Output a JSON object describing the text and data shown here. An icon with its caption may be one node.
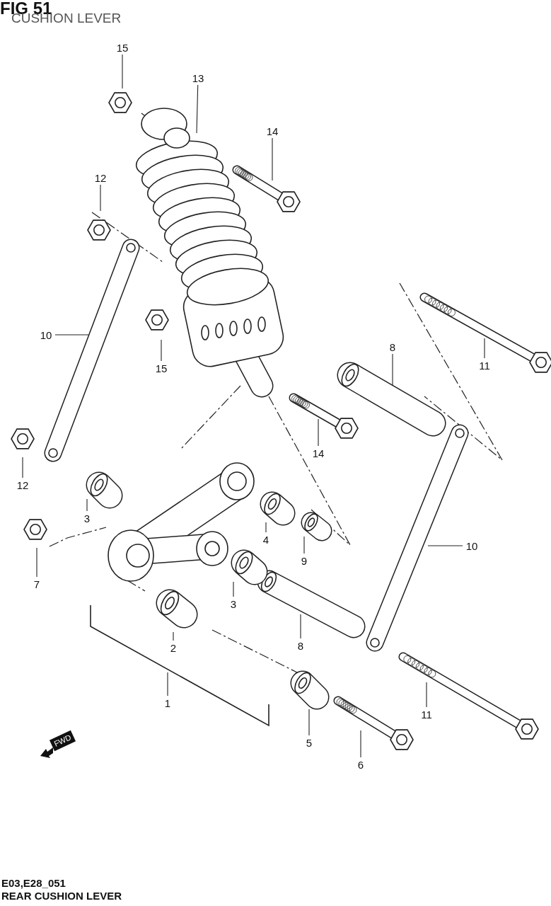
{
  "diagram": {
    "title": "FIG 51",
    "nodes": [
      {
        "text": [
          "15"
        ]
      },
      {
        "text": [
          "13"
        ]
      },
      {
        "text": [
          "14"
        ]
      },
      {
        "text": [
          "12"
        ]
      },
      {
        "text": [
          "10"
        ]
      },
      {
        "text": [
          "15"
        ]
      },
      {
        "text": [
          "8"
        ]
      },
      {
        "text": [
          "11"
        ]
      },
      {
        "text": [
          "14"
        ]
      },
      {
        "text": [
          "12"
        ]
      },
      {
        "text": [
          "3"
        ]
      },
      {
        "text": [
          "4"
        ]
      },
      {
        "text": [
          "9"
        ]
      },
      {
        "text": [
          "10"
        ]
      },
      {
        "text": [
          "7"
        ]
      },
      {
        "text": [
          "3"
        ]
      },
      {
        "text": [
          "8"
        ]
      },
      {
        "text": [
          "2"
        ]
      },
      {
        "text": [
          "1"
        ]
      },
      {
        "text": [
          "5"
        ]
      },
      {
        "text": [
          "6"
        ]
      },
      {
        "text": [
          "11"
        ]
      }
    ],
    "edges": [
      {
        "from": 0,
        "to": null,
        "arrow": "none"
      },
      {
        "from": 1,
        "to": null,
        "arrow": "none"
      },
      {
        "from": 2,
        "to": null,
        "arrow": "none"
      },
      {
        "from": 3,
        "to": null,
        "arrow": "none"
      },
      {
        "from": 4,
        "to": null,
        "arrow": "none"
      },
      {
        "from": 5,
        "to": null,
        "arrow": "none"
      },
      {
        "from": 6,
        "to": null,
        "arrow": "none"
      },
      {
        "from": 7,
        "to": null,
        "arrow": "none"
      },
      {
        "from": 8,
        "to": null,
        "arrow": "none"
      },
      {
        "from": 9,
        "to": null,
        "arrow": "none"
      },
      {
        "from": 10,
        "to": null,
        "arrow": "none"
      },
      {
        "from": 11,
        "to": null,
        "arrow": "none"
      },
      {
        "from": 12,
        "to": null,
        "arrow": "none"
      },
      {
        "from": 13,
        "to": null,
        "arrow": "none"
      },
      {
        "from": 14,
        "to": null,
        "arrow": "none"
      },
      {
        "from": 15,
        "to": null,
        "arrow": "none"
      },
      {
        "from": 16,
        "to": null,
        "arrow": "none"
      },
      {
        "from": 17,
        "to": null,
        "arrow": "none"
      },
      {
        "from": 18,
        "to": null,
        "arrow": "none"
      },
      {
        "from": 19,
        "to": null,
        "arrow": "none"
      },
      {
        "from": 20,
        "to": null,
        "arrow": "none"
      },
      {
        "from": 21,
        "to": null,
        "arrow": "none"
      }
    ],
    "labels": [
      "CUSHION LEVER",
      "FWD",
      "E03,E28_051",
      "REAR CUSHION LEVER"
    ]
  }
}
